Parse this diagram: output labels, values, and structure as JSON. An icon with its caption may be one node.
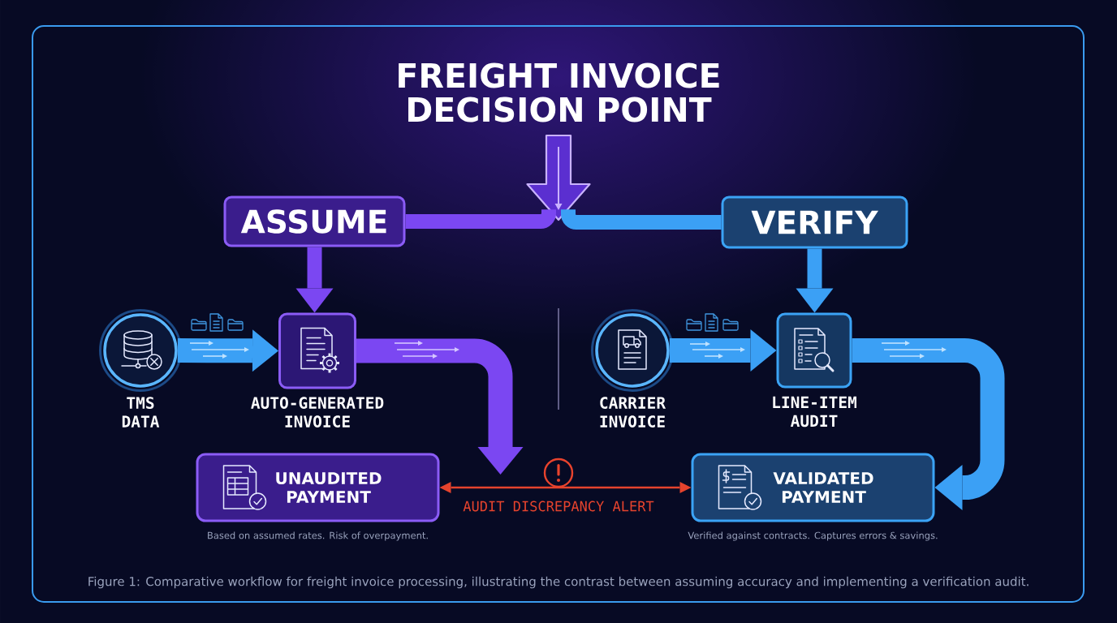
{
  "diagram": {
    "title": "FREIGHT INVOICE DECISION POINT",
    "caption": "Figure 1: Comparative workflow for freight invoice processing, illustrating the contrast between assuming accuracy and implementing a verification audit.",
    "nodes": [
      {
        "text": [],
        "shape": "arrow"
      },
      {
        "text": [
          "ASSUME"
        ]
      },
      {
        "text": [
          "VERIFY"
        ]
      },
      {
        "text": [
          "TMS DATA"
        ]
      },
      {
        "text": [
          "AUTO-GENERATED INVOICE"
        ]
      },
      {
        "text": [
          "CARRIER INVOICE"
        ]
      },
      {
        "text": [
          "LINE-ITEM AUDIT"
        ]
      },
      {
        "text": [
          "UNAUDITED PAYMENT"
        ],
        "beside": [
          "Based on assumed rates. Risk of overpayment."
        ]
      },
      {
        "text": [
          "VALIDATED PAYMENT"
        ],
        "beside": [
          "Verified against contracts. Captures errors & savings."
        ]
      }
    ],
    "edges": [
      {
        "from": 0,
        "to": 1,
        "arrow": "none",
        "color": "#7b47f2"
      },
      {
        "from": 0,
        "to": 2,
        "arrow": "none"
      },
      {
        "from": 1,
        "to": 4,
        "arrow": "to",
        "color": "#7b47f2"
      },
      {
        "from": 2,
        "to": 6,
        "arrow": "to"
      },
      {
        "from": 3,
        "to": 4,
        "arrow": "to"
      },
      {
        "from": 5,
        "to": 6,
        "arrow": "to"
      },
      {
        "from": 4,
        "to": 7,
        "arrow": "to",
        "color": "#7b47f2"
      },
      {
        "from": 6,
        "to": 8,
        "arrow": "to"
      },
      {
        "from": 7,
        "to": 8,
        "arrow": "both",
        "label": "AUDIT DISCREPANCY ALERT",
        "color": "#e5432d"
      }
    ]
  }
}
